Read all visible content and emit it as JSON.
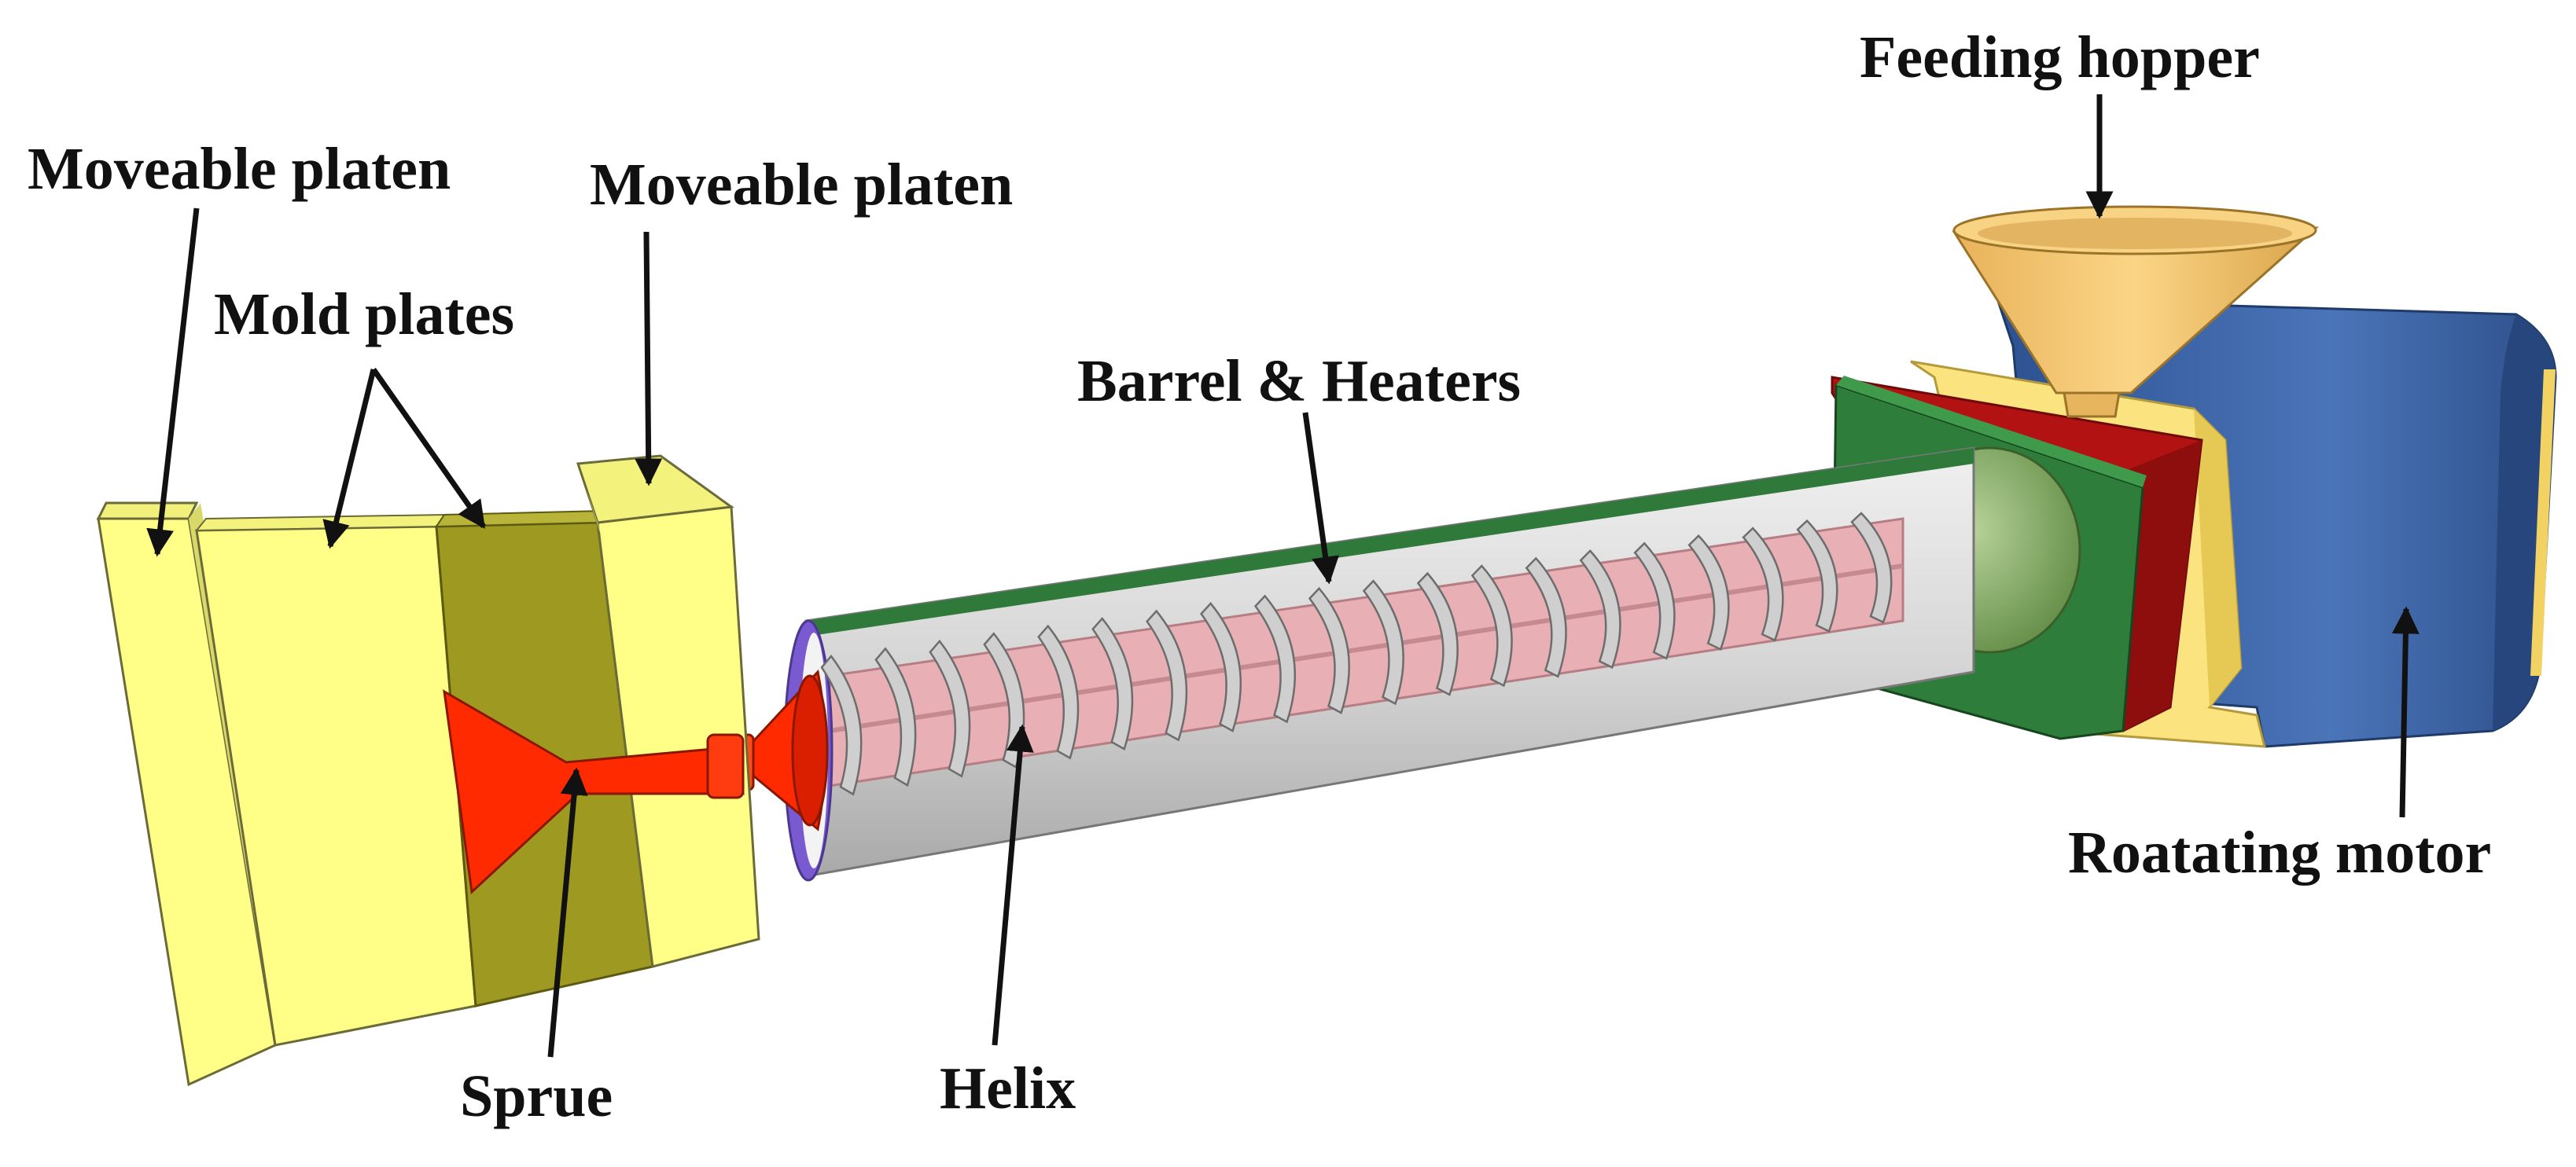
{
  "labels": {
    "moveable_platen_left": "Moveable platen",
    "moveable_platen_right": "Moveable platen",
    "mold_plates": "Mold plates",
    "feeding_hopper": "Feeding hopper",
    "barrel_heaters": "Barrel & Heaters",
    "rotating_motor": "Roatating motor",
    "sprue": "Sprue",
    "helix": "Helix"
  },
  "colors": {
    "platen_yellow": "#FFFF88",
    "mold_olive": "#9E9A21",
    "sprue_red": "#FF2A00",
    "barrel_grey": "#D2D2D2",
    "barrel_inner_pink": "#E8B0B4",
    "helix_grey": "#CFCFCF",
    "green_block": "#2E7D3A",
    "red_plate": "#B31212",
    "pale_yellow": "#FBE47F",
    "motor_blue": "#3F67A8",
    "hopper_tan": "#F4C66A"
  }
}
